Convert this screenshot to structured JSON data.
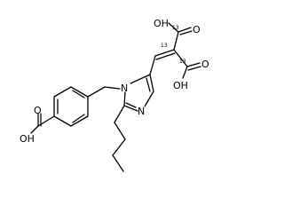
{
  "structure": {
    "atoms": {
      "ho_top": "OH",
      "o_top": "O",
      "ho_right": "OH",
      "o_right": "O",
      "n_ring_top": "N",
      "n_ring_bottom": "N",
      "ho_benzoic": "OH",
      "o_benzoic": "O"
    },
    "isotope_labels": {
      "c13_top": "13",
      "c13_mid": "13",
      "c13_right": "13"
    }
  }
}
